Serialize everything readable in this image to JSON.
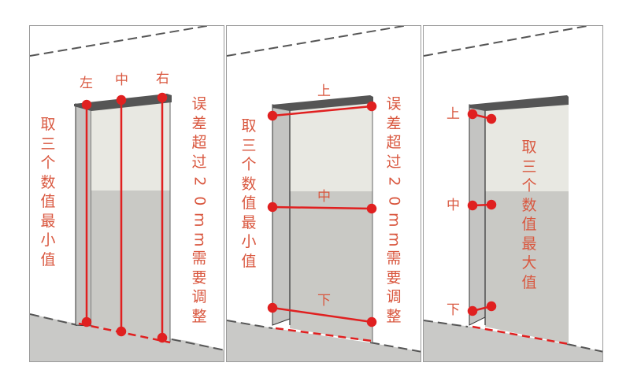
{
  "colors": {
    "annotation_red": "#e02020",
    "text_red": "#d9573f",
    "wall_upper": "#e8e8e2",
    "wall_lower": "#c9c9c5",
    "reveal": "#c4c4c2",
    "lintel": "#555555",
    "floor": "#c9c9c7"
  },
  "panels": [
    {
      "title": "width-measurement",
      "point_labels": {
        "left": "左",
        "middle": "中",
        "right": "右"
      },
      "left_note": [
        "取",
        "三",
        "个",
        "数",
        "值",
        "最",
        "小",
        "值"
      ],
      "right_note": [
        "误",
        "差",
        "超",
        "过",
        "2",
        "0",
        "m",
        "m",
        "需",
        "要",
        "调",
        "整"
      ]
    },
    {
      "title": "height-measurement-min",
      "point_labels": {
        "top": "上",
        "middle": "中",
        "bottom": "下"
      },
      "left_note": [
        "取",
        "三",
        "个",
        "数",
        "值",
        "最",
        "小",
        "值"
      ],
      "right_note": [
        "误",
        "差",
        "超",
        "过",
        "2",
        "0",
        "m",
        "m",
        "需",
        "要",
        "调",
        "整"
      ]
    },
    {
      "title": "depth-measurement-max",
      "point_labels": {
        "top": "上",
        "middle": "中",
        "bottom": "下"
      },
      "center_note": [
        "取",
        "三",
        "个",
        "数",
        "值",
        "最",
        "大",
        "值"
      ]
    }
  ]
}
